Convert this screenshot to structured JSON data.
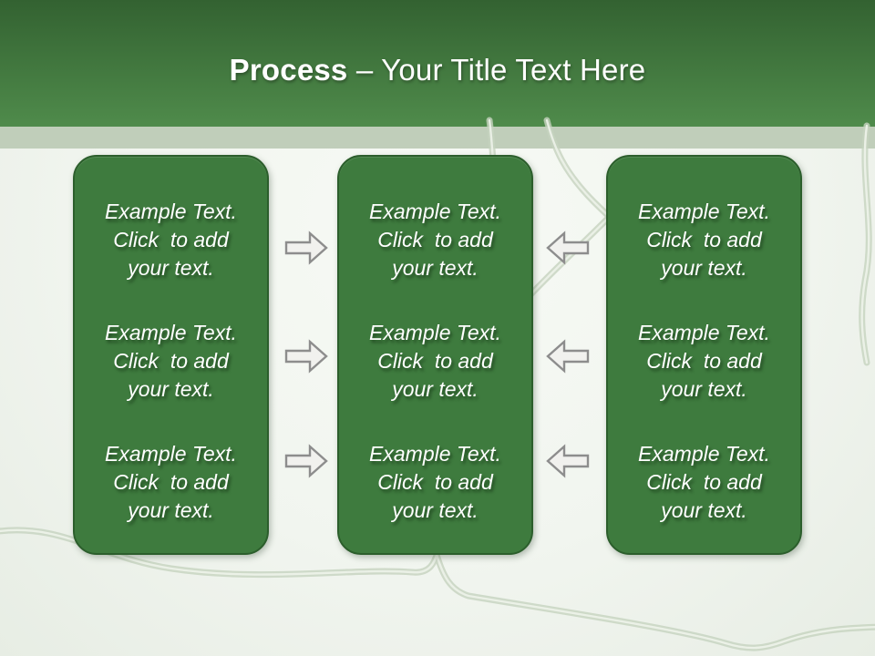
{
  "title": {
    "bold": "Process",
    "rest": "– Your Title Text Here"
  },
  "boxes": [
    {
      "name": "left",
      "paragraphs": [
        "Example Text.\nClick  to add\nyour text.",
        "Example Text.\nClick  to add\nyour text.",
        "Example Text.\nClick  to add\nyour text."
      ]
    },
    {
      "name": "middle",
      "paragraphs": [
        "Example Text.\nClick  to add\nyour text.",
        "Example Text.\nClick  to add\nyour text.",
        "Example Text.\nClick  to add\nyour text."
      ]
    },
    {
      "name": "right",
      "paragraphs": [
        "Example Text.\nClick  to add\nyour text.",
        "Example Text.\nClick  to add\nyour text.",
        "Example Text.\nClick  to add\nyour text."
      ]
    }
  ],
  "arrows": {
    "left_to_middle": {
      "direction": "right",
      "count": 3
    },
    "right_to_middle": {
      "direction": "left",
      "count": 3
    }
  },
  "colors": {
    "header_top": "#336231",
    "header_bottom": "#4f8b4b",
    "title_text": "#ffffff",
    "band": "#c0ceba",
    "bg_light": "#f7faf5",
    "bg_mid": "#f1f5ef",
    "bg_edge": "#e7ede4",
    "box_fill": "#3e7b3e",
    "box_border": "#2c5e2c",
    "box_text": "#ffffff",
    "arrow_fill": "#f1f1ee",
    "arrow_stroke": "#8d8d8d",
    "vine": "#c6d3bf",
    "vine_highlight": "#eef3ea"
  }
}
